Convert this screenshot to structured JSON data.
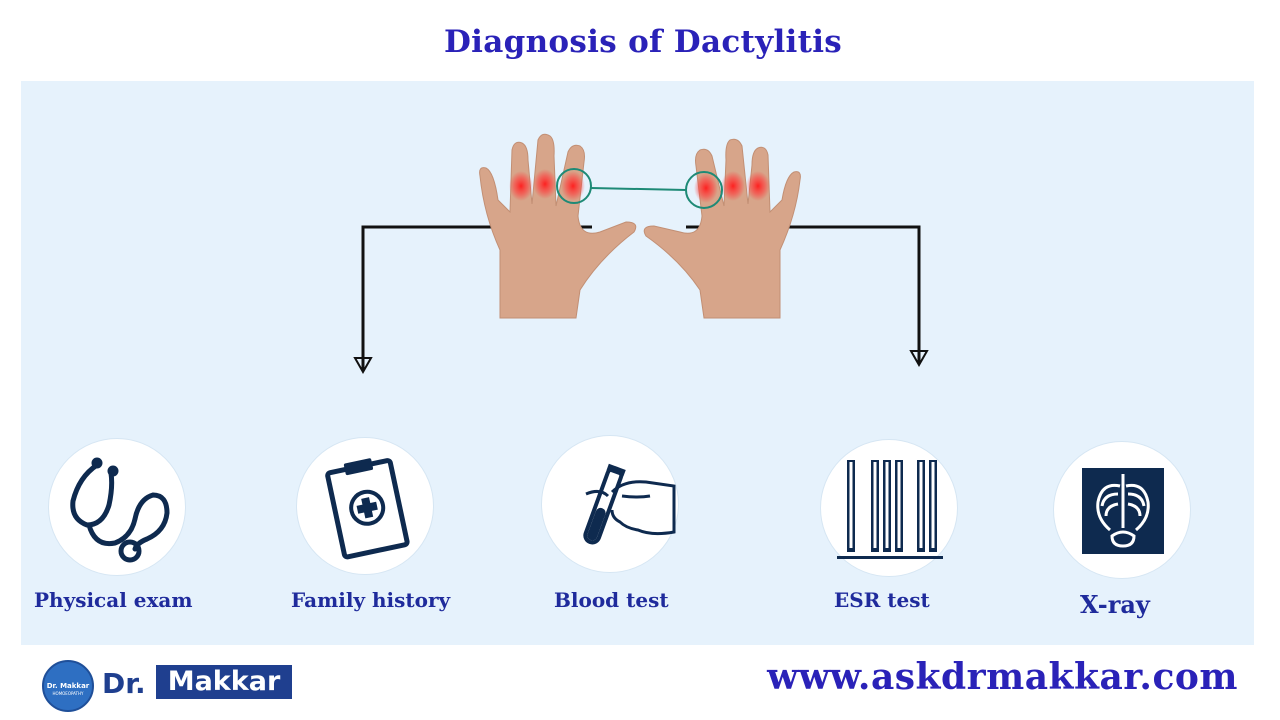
{
  "title": "Diagnosis of  Dactylitis",
  "colors": {
    "title": "#2a22b8",
    "label": "#1f2b9c",
    "panel_bg": "#e6f2fc",
    "brand": "#1f3f8f"
  },
  "graphic": {
    "icon": "inflamed-hands-icon"
  },
  "tests": [
    {
      "label": "Physical exam",
      "icon": "stethoscope-icon"
    },
    {
      "label": "Family history",
      "icon": "medical-clipboard-icon"
    },
    {
      "label": "Blood test",
      "icon": "blood-test-tube-icon"
    },
    {
      "label": "ESR test",
      "icon": "esr-tubes-icon"
    },
    {
      "label": "X-ray",
      "icon": "chest-xray-icon"
    }
  ],
  "logo": {
    "badge": "Dr. Makkar",
    "badge_sub": "HOMOEOPATHY",
    "prefix": "Dr.",
    "name": "Makkar"
  },
  "website": "www.askdrmakkar.com"
}
